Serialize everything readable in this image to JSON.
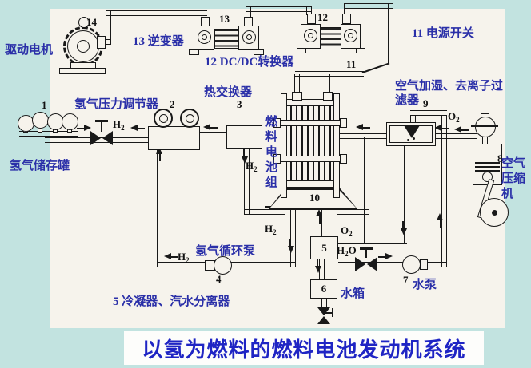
{
  "title": "以氢为燃料的燃料电池发动机系统",
  "components": {
    "drive_motor": "驱动电机",
    "inverter": "13 逆变器",
    "dcdc_converter": "12 DC/DC转换器",
    "power_switch": "11 电源开关",
    "h2_regulator": "氢气压力调节器",
    "heat_exchanger": "热交换器",
    "h2_storage_tank": "氢气储存罐",
    "fuel_cell_stack": "燃料电池组",
    "air_filter_line1": "空气加湿、去离子过",
    "air_filter_line2": "滤器",
    "air_compressor": "空气压缩机",
    "h2_circulation_pump": "氢气循环泵",
    "condenser_separator": "5 冷凝器、汽水分离器",
    "water_tank": "水箱",
    "water_pump": "水泵"
  },
  "numbers": {
    "n1": "1",
    "n2": "2",
    "n3": "3",
    "n4": "4",
    "n5": "5",
    "n6": "6",
    "n7": "7",
    "n8": "8",
    "n9": "9",
    "n10": "10",
    "n11": "11",
    "n12": "12",
    "n13": "13",
    "n14": "14"
  },
  "gases": [
    {
      "pre": "H",
      "sub": "2",
      "post": ""
    },
    {
      "pre": "H",
      "sub": "2",
      "post": ""
    },
    {
      "pre": "H",
      "sub": "2",
      "post": ""
    },
    {
      "pre": "H",
      "sub": "2",
      "post": ""
    },
    {
      "pre": "O",
      "sub": "2",
      "post": ""
    },
    {
      "pre": "O",
      "sub": "2",
      "post": ""
    },
    {
      "pre": "H",
      "sub": "2",
      "post": "O"
    }
  ],
  "colors": {
    "background": "#c2e3e0",
    "paper": "#f6f3ec",
    "line": "#191919",
    "label_blue": "#2a2fa8",
    "title_blue": "#1f25c4"
  }
}
